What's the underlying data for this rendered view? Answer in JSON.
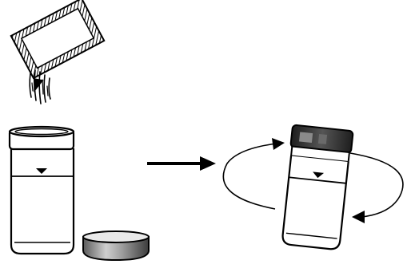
{
  "diagram": {
    "steps": [
      {
        "id": "add-powder-pillow",
        "icons": [
          "powder-pillow-icon",
          "falling-powder-icon",
          "open-sample-vial-icon",
          "vial-cap-icon"
        ]
      },
      {
        "id": "process-arrow",
        "icons": [
          "right-arrow-icon"
        ]
      },
      {
        "id": "invert-to-mix",
        "icons": [
          "capped-sample-vial-icon",
          "rotation-arrows-icon"
        ]
      }
    ],
    "colors": {
      "stroke": "#000000",
      "fill": "#ffffff",
      "cap_dark": "#3a3a3a",
      "cap_highlight": "#9a9a9a"
    }
  }
}
